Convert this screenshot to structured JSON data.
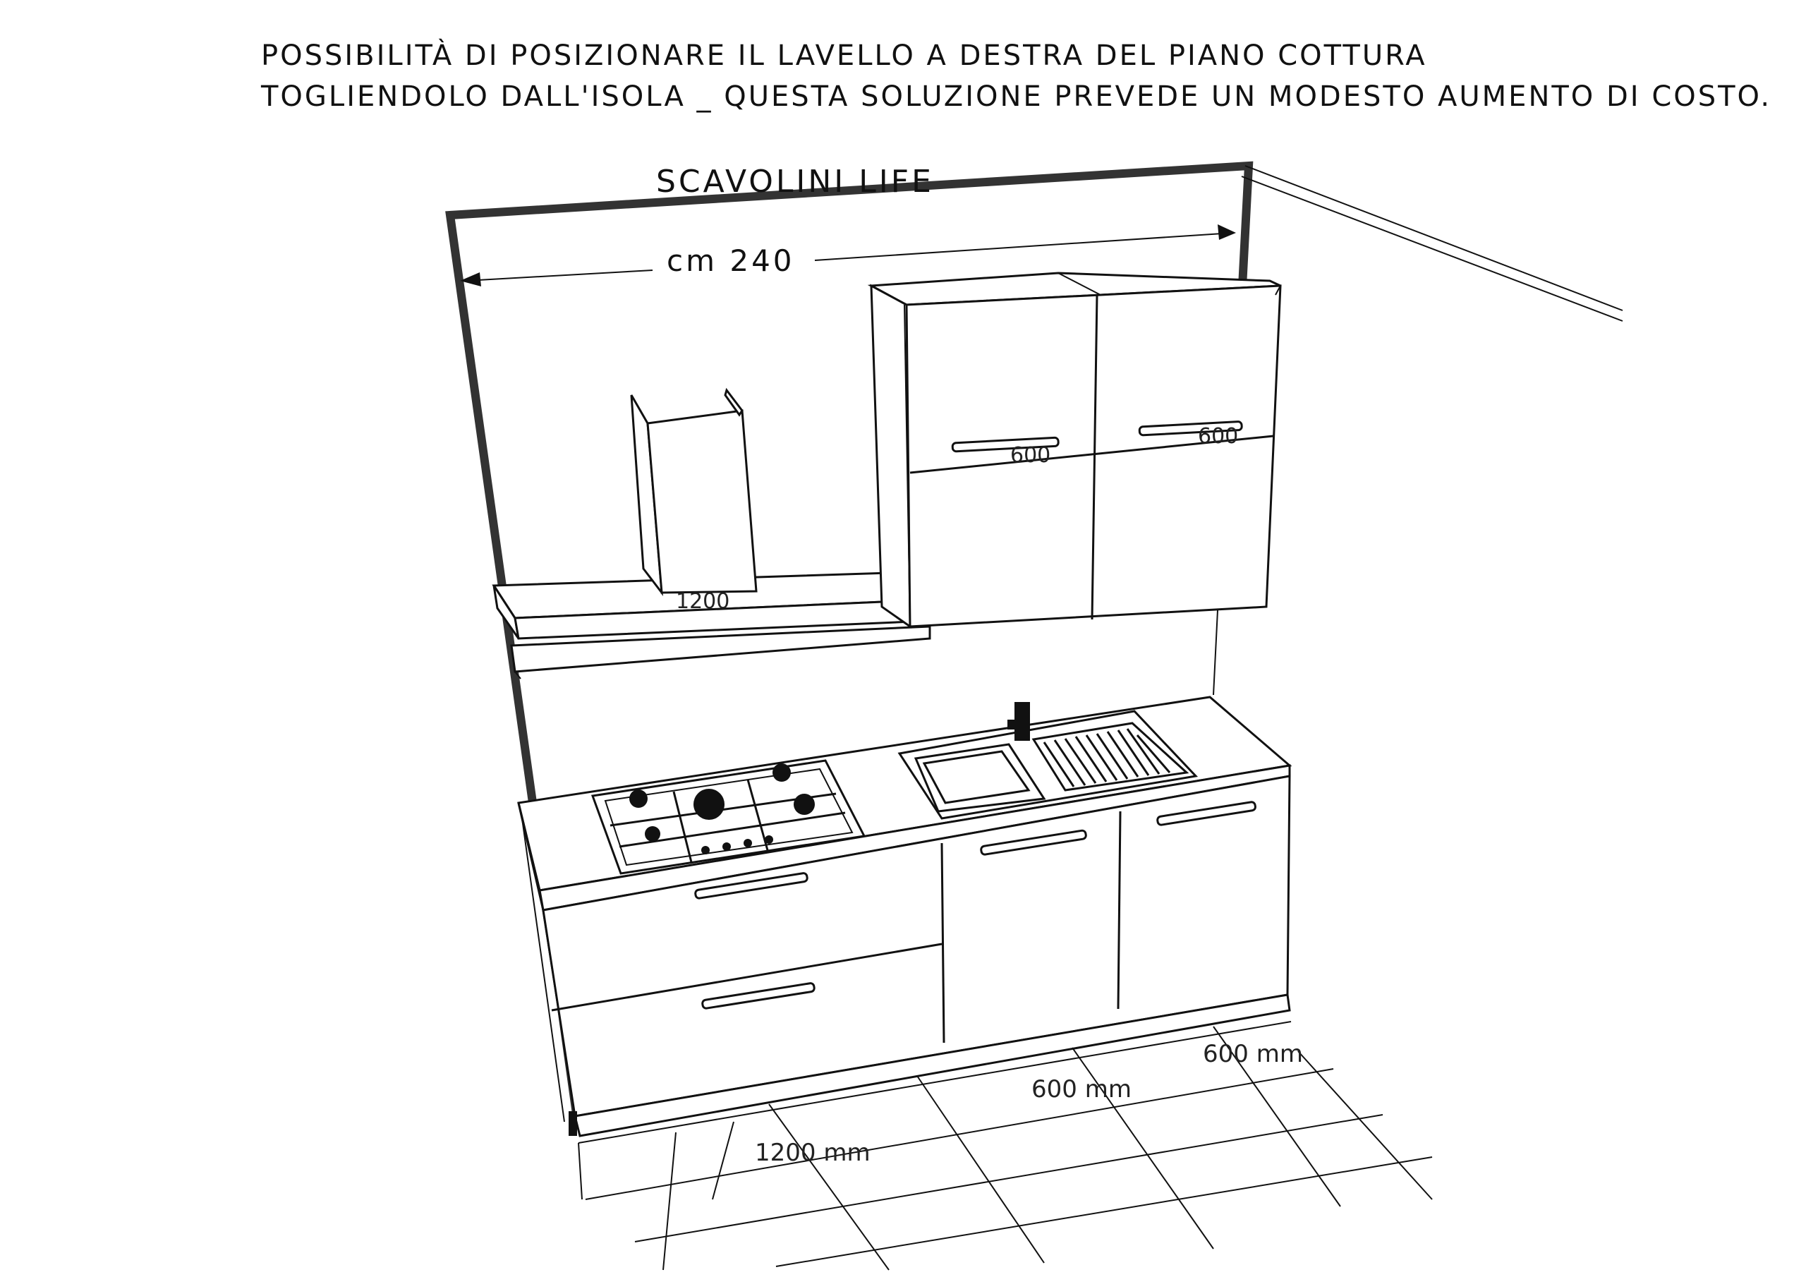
{
  "note": {
    "line1": "POSSIBILITÀ DI POSIZIONARE IL LAVELLO A DESTRA DEL PIANO COTTURA",
    "line2": "TOGLIENDOLO DALL'ISOLA _ QUESTA SOLUZIONE PREVEDE UN MODESTO AUMENTO DI COSTO."
  },
  "brand": "SCAVOLINI LIFE",
  "overall_dimension": "cm 240",
  "labels": {
    "hood_shelf": "1200",
    "wall_unit_left": "600",
    "wall_unit_right": "600",
    "base_left": "1200 mm",
    "base_mid": "600 mm",
    "base_right": "600 mm"
  },
  "colors": {
    "ink": "#111111",
    "wall_outline": "#333333",
    "paper": "#ffffff"
  }
}
